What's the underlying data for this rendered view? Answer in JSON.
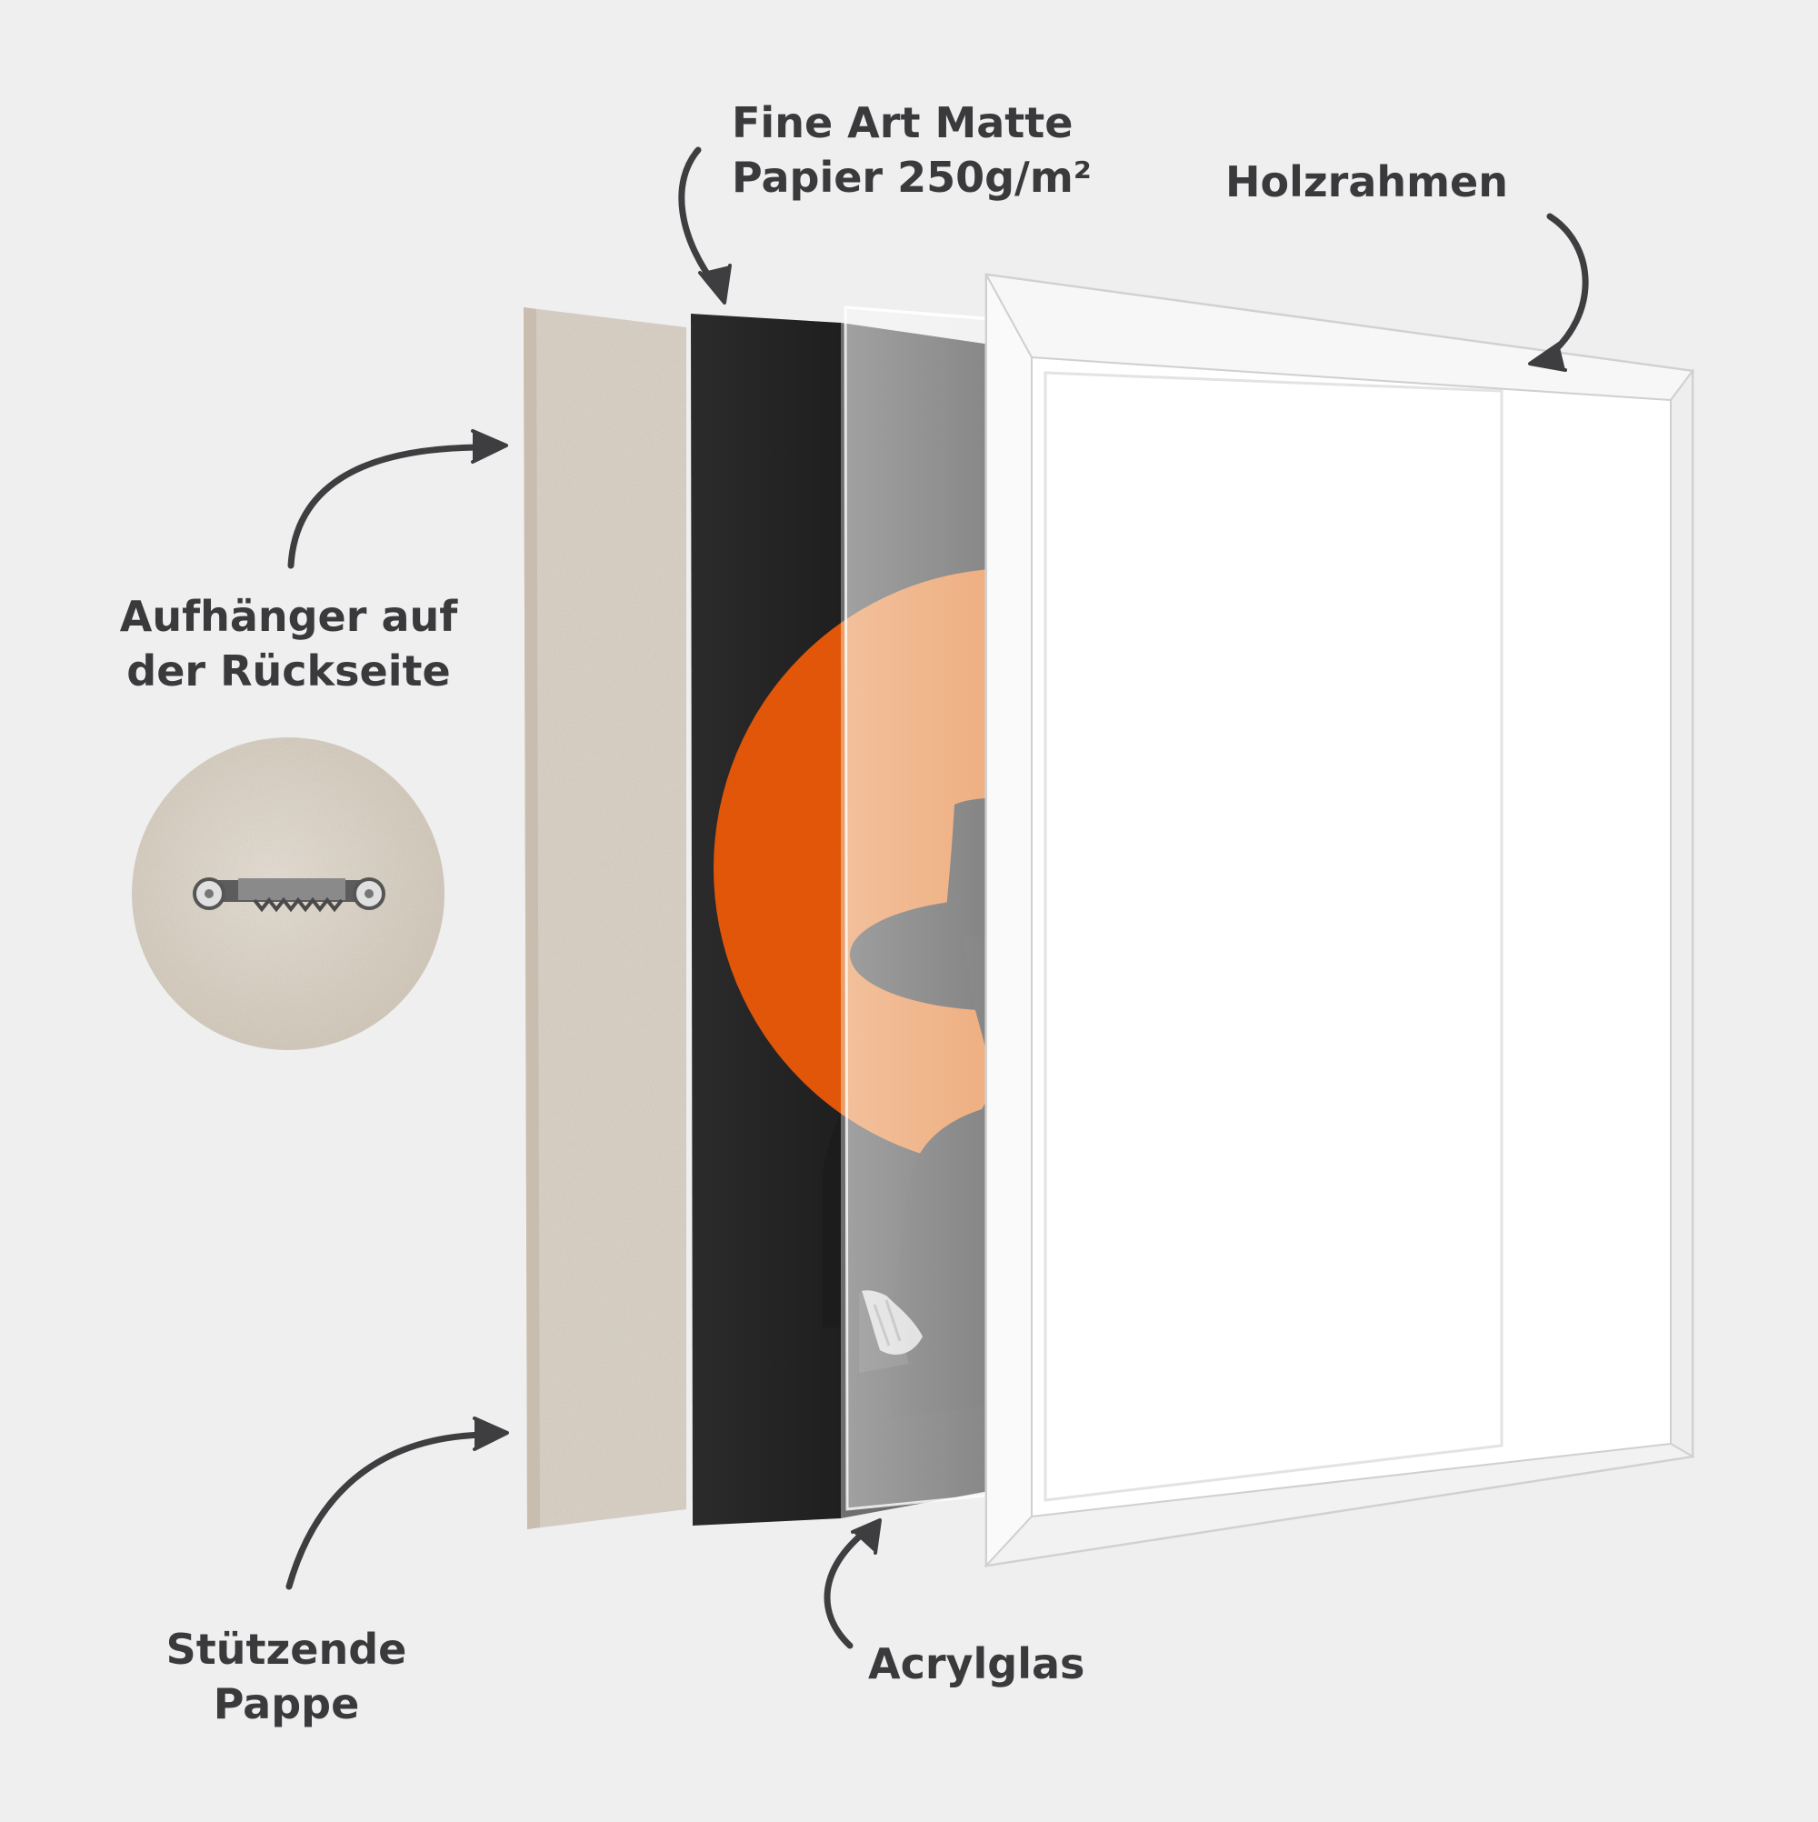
{
  "labels": {
    "fine_art_paper": {
      "line1": "Fine Art Matte",
      "line2": "Papier 250g/m²"
    },
    "wood_frame": "Holzrahmen",
    "hanger": {
      "line1": "Aufhänger auf",
      "line2": "der Rückseite"
    },
    "acrylic_glass": "Acrylglas",
    "support_board": {
      "line1": "Stützende",
      "line2": "Pappe"
    }
  },
  "colors": {
    "background": "#efeff0",
    "label_text": "#3a3a3c",
    "arrow": "#3e3e40",
    "cardboard": "#d6cdc0",
    "print_background": "#2a2a2a",
    "sun": "#e2560a",
    "frame": "#ffffff"
  }
}
